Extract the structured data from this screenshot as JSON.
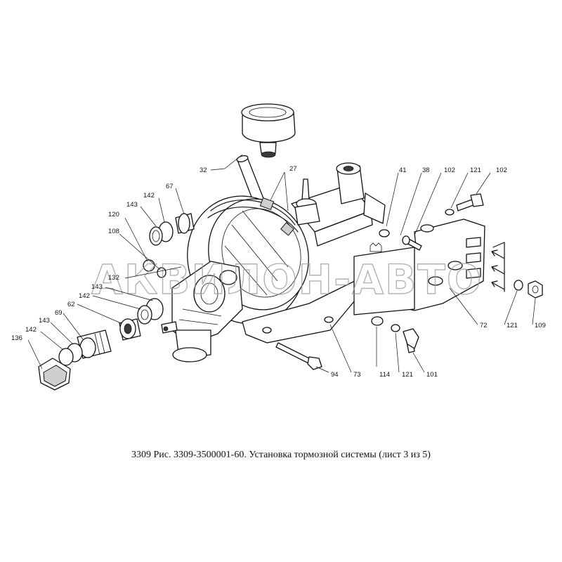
{
  "watermark": "АКВИЛОН-АВТО",
  "caption": "3309 Рис. 3309-3500001-60. Установка тормозной системы (лист 3 из 5)",
  "callouts": [
    {
      "id": "c32",
      "text": "32"
    },
    {
      "id": "c27",
      "text": "27"
    },
    {
      "id": "c41",
      "text": "41"
    },
    {
      "id": "c38",
      "text": "38"
    },
    {
      "id": "c102a",
      "text": "102"
    },
    {
      "id": "c121a",
      "text": "121"
    },
    {
      "id": "c102b",
      "text": "102"
    },
    {
      "id": "c67",
      "text": "67"
    },
    {
      "id": "c142a",
      "text": "142"
    },
    {
      "id": "c143a",
      "text": "143"
    },
    {
      "id": "c120",
      "text": "120"
    },
    {
      "id": "c108",
      "text": "108"
    },
    {
      "id": "c132",
      "text": "132"
    },
    {
      "id": "c143b",
      "text": "143"
    },
    {
      "id": "c142b",
      "text": "142"
    },
    {
      "id": "c62",
      "text": "62"
    },
    {
      "id": "c69",
      "text": "69"
    },
    {
      "id": "c143c",
      "text": "143"
    },
    {
      "id": "c142c",
      "text": "142"
    },
    {
      "id": "c136",
      "text": "136"
    },
    {
      "id": "c94",
      "text": "94"
    },
    {
      "id": "c73",
      "text": "73"
    },
    {
      "id": "c114",
      "text": "114"
    },
    {
      "id": "c121b",
      "text": "121"
    },
    {
      "id": "c101",
      "text": "101"
    },
    {
      "id": "c72",
      "text": "72"
    },
    {
      "id": "c121c",
      "text": "121"
    },
    {
      "id": "c109",
      "text": "109"
    }
  ]
}
